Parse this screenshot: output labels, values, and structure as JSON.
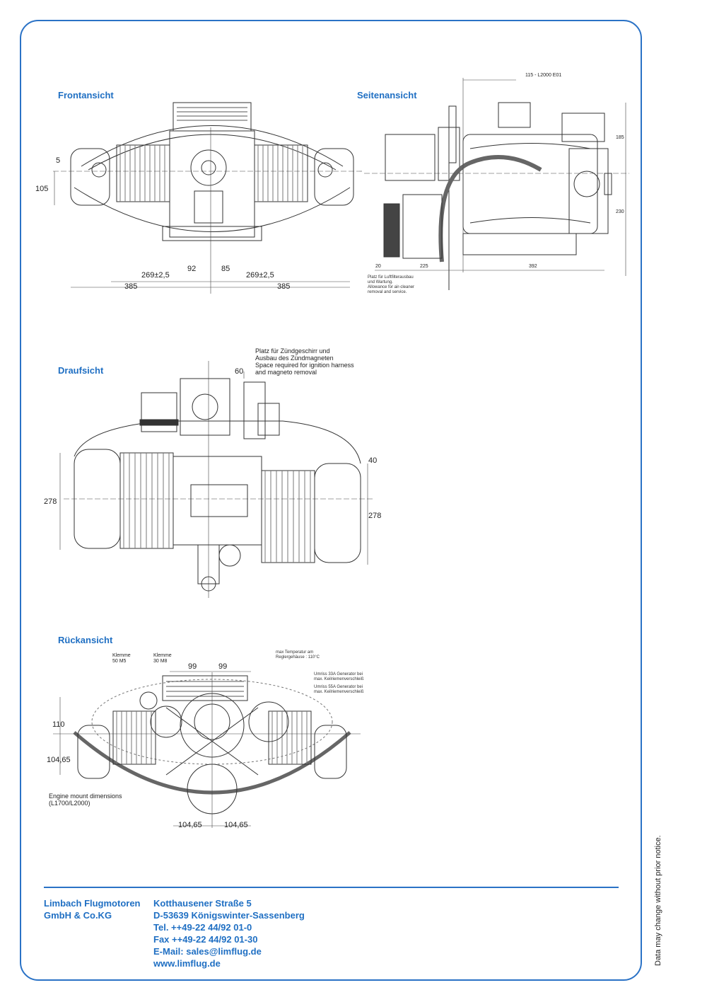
{
  "views": {
    "front": {
      "title": "Frontansicht",
      "dims": [
        "5",
        "105",
        "269±2,5",
        "92",
        "85",
        "269±2,5",
        "385",
        "385"
      ]
    },
    "side": {
      "title": "Seitenansicht",
      "dims": [
        "115 - L2000 E01",
        "185",
        "230",
        "20",
        "225",
        "392"
      ],
      "note": [
        "Platz für Luftfilterausbau",
        "und Wartung.",
        "Allowance for air-cleaner",
        "removal and service."
      ]
    },
    "top": {
      "title": "Draufsicht",
      "dims": [
        "60",
        "40",
        "278",
        "278"
      ],
      "note": [
        "Platz für Zündgeschirr und",
        "Ausbau des Zündmagneten",
        "Space required for ignition harness",
        "and magneto removal"
      ]
    },
    "rear": {
      "title": "Rückansicht",
      "dims": [
        "99",
        "99",
        "110",
        "104,65",
        "104,65",
        "104,65"
      ],
      "klemme1": [
        "Klemme",
        "50  M5"
      ],
      "klemme2": [
        "Klemme",
        "30  M8"
      ],
      "temp": [
        "max Temperatur am",
        "Reglergehäuse : 110°C"
      ],
      "gen33": [
        "Umriss 33A Generator bei",
        "max. Keilriemenverschleiß"
      ],
      "gen55": [
        "Umriss 55A Generator bei",
        "max. Keilriemenverschleiß"
      ],
      "mount": [
        "Engine mount dimensions",
        "(L1700/L2000)"
      ]
    }
  },
  "footer": {
    "company": [
      "Limbach Flugmotoren",
      "GmbH & Co.KG"
    ],
    "address": [
      "Kotthausener Straße 5",
      "D-53639 Königswinter-Sassenberg",
      "Tel.  ++49-22 44/92 01-0",
      "Fax  ++49-22 44/92 01-30",
      "E-Mail: sales@limflug.de",
      "www.limflug.de"
    ],
    "disclaimer": "Data may change without prior notice."
  },
  "colors": {
    "accent": "#1f6fc3"
  }
}
